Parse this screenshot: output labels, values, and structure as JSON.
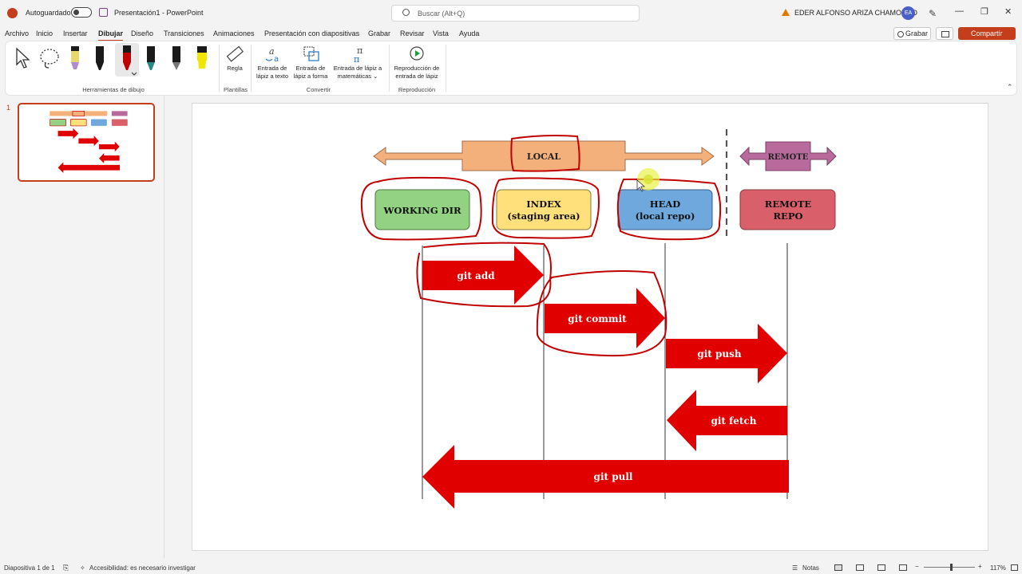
{
  "titlebar": {
    "autosave_label": "Autoguardado",
    "doc_title": "Presentación1  -  PowerPoint",
    "search_placeholder": "Buscar (Alt+Q)",
    "user_name": "EDER ALFONSO ARIZA CHAMORRO",
    "avatar_initials": "EA"
  },
  "menu": {
    "tabs": [
      "Archivo",
      "Inicio",
      "Insertar",
      "Dibujar",
      "Diseño",
      "Transiciones",
      "Animaciones",
      "Presentación con diapositivas",
      "Grabar",
      "Revisar",
      "Vista",
      "Ayuda"
    ],
    "active_tab": "Dibujar",
    "record_label": "Grabar",
    "share_label": "Compartir"
  },
  "ribbon": {
    "groups": {
      "drawing_tools": "Herramientas de dibujo",
      "templates": "Plantillas",
      "convert": "Convertir",
      "playback": "Reproducción"
    },
    "ruler_label": "Regla",
    "ink_to_text_line1": "Entrada de",
    "ink_to_text_line2": "lápiz a texto",
    "ink_to_shape_line1": "Entrada de",
    "ink_to_shape_line2": "lápiz a forma",
    "ink_to_math_line1": "Entrada de lápiz a",
    "ink_to_math_line2": "matemáticas ⌄",
    "ink_replay_line1": "Reproducción de",
    "ink_replay_line2": "entrada de lápiz",
    "pen_colors": [
      "#e8d86a",
      "#1a1a1a",
      "#c00000",
      "#2a8a8a",
      "#555555",
      "#f2e600"
    ]
  },
  "slides_panel": {
    "current_number": "1"
  },
  "slide": {
    "local_label": "LOCAL",
    "remote_label": "REMOTE",
    "working_dir": "WORKING DIR",
    "index_line1": "INDEX",
    "index_line2": "(staging area)",
    "head_line1": "HEAD",
    "head_line2": "(local repo)",
    "remote_repo_line1": "REMOTE",
    "remote_repo_line2": "REPO",
    "commands": {
      "add": "git add",
      "commit": "git commit",
      "push": "git push",
      "fetch": "git fetch",
      "pull": "git pull"
    },
    "colors": {
      "working_dir": "#92d282",
      "index": "#ffe07a",
      "head": "#6fa8dc",
      "remote_repo": "#d9606a",
      "local_arrow": "#f4b07a",
      "remote_arrow": "#b86a9c",
      "command_arrow": "#e00000",
      "ink": "#c00000"
    }
  },
  "statusbar": {
    "slide_info": "Diapositiva 1 de 1",
    "accessibility": "Accesibilidad: es necesario investigar",
    "notes_label": "Notas",
    "zoom": "117%"
  }
}
